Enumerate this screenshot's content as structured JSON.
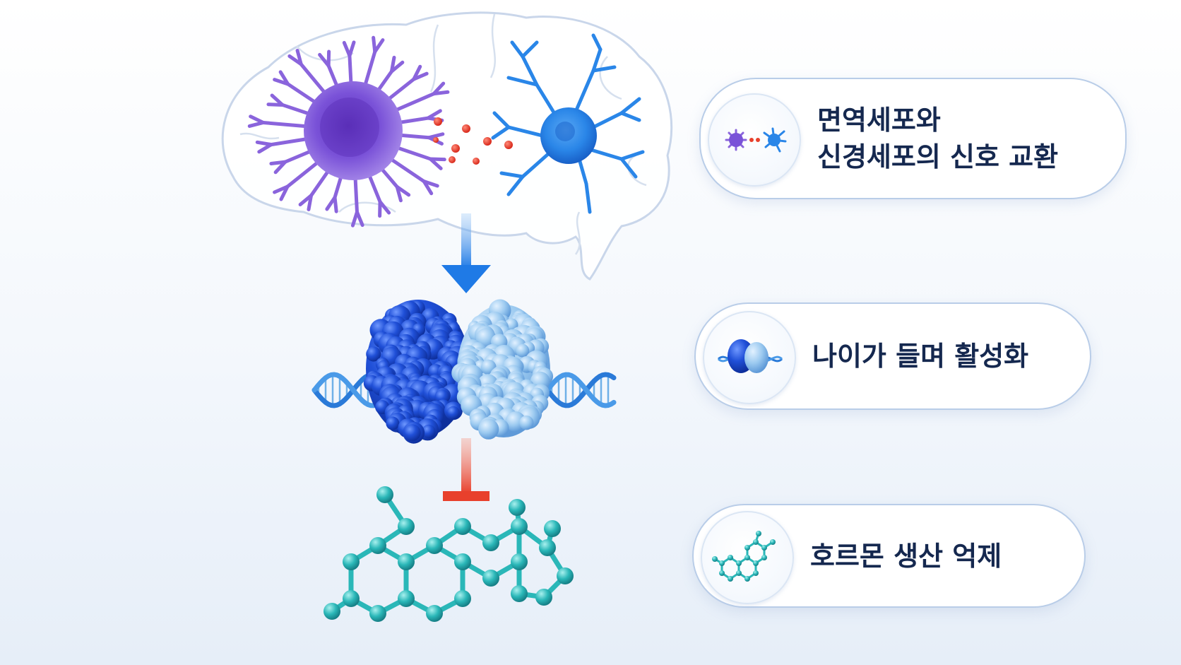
{
  "cards": [
    {
      "line1": "면역세포와",
      "line2": "신경세포의 신호 교환",
      "icon": "immune-neuron-signal-icon"
    },
    {
      "line1": "나이가 들며 활성화",
      "icon": "protein-dna-icon"
    },
    {
      "line1": "호르몬 생산 억제",
      "icon": "steroid-molecule-icon"
    }
  ],
  "colors": {
    "immune": "#7a52d8",
    "neuron": "#2a86e8",
    "signal": "#e8402c",
    "arrow_activate": "#1f7ae6",
    "arrow_inhibit": "#e8402c",
    "protein_dark": "#1f4fd0",
    "protein_light": "#8fc0ec",
    "molecule": "#2ab7b8",
    "text": "#15284f",
    "card_border": "#b9cde8"
  }
}
